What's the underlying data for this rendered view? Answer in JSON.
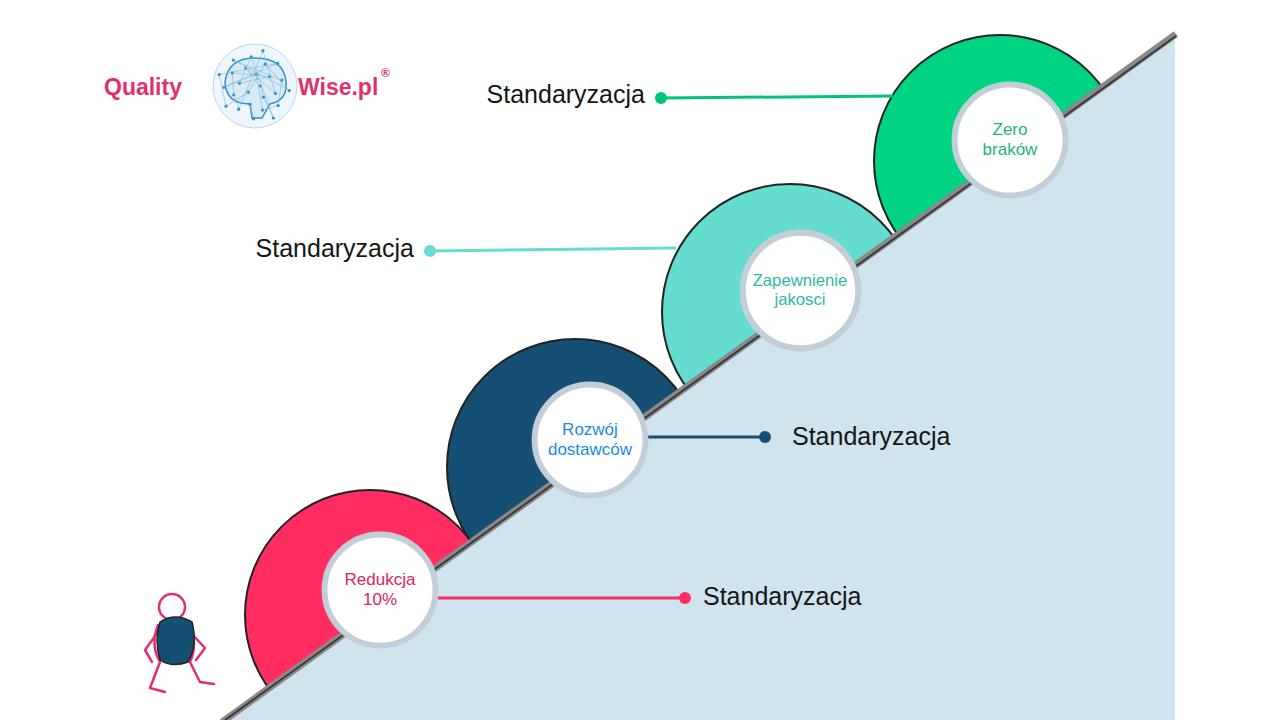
{
  "diagram": {
    "nodes": [
      {
        "text": [
          "Redukcja 10%"
        ]
      },
      {
        "text": [
          "Rozwój dostawców"
        ]
      },
      {
        "text": [
          "Zapewnienie jakosci"
        ]
      },
      {
        "text": [
          "Zero braków"
        ]
      }
    ],
    "labels": [
      "Quality",
      "Wise.pl",
      "®",
      "Standaryzacja",
      "Standaryzacja",
      "Standaryzacja",
      "Standaryzacja"
    ]
  }
}
